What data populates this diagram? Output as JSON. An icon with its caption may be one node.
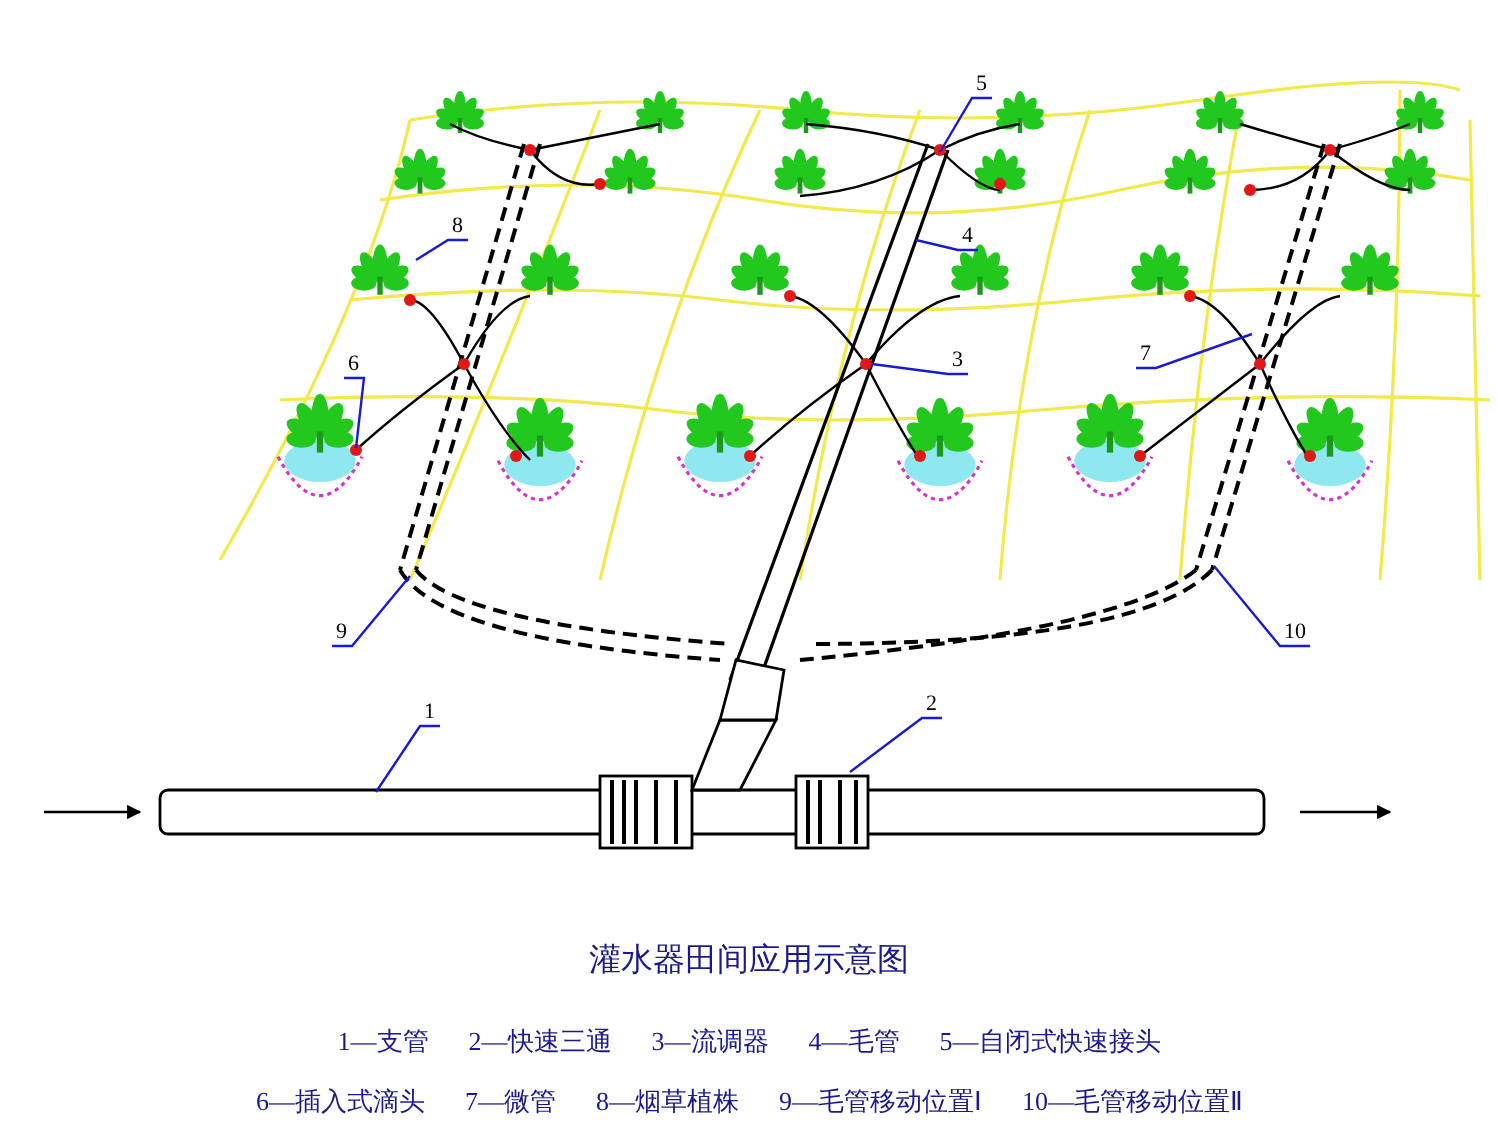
{
  "diagram": {
    "title": "灌水器田间应用示意图",
    "nodes": [
      {
        "text": [
          "1"
        ]
      },
      {
        "text": [
          "2"
        ]
      },
      {
        "text": [
          "3"
        ]
      },
      {
        "text": [
          "4"
        ]
      },
      {
        "text": [
          "5"
        ]
      },
      {
        "text": [
          "6"
        ]
      },
      {
        "text": [
          "7"
        ]
      },
      {
        "text": [
          "8"
        ]
      },
      {
        "text": [
          "9"
        ]
      },
      {
        "text": [
          "10"
        ]
      }
    ],
    "edges": [
      {
        "from": 0,
        "to": null,
        "arrow": "none"
      },
      {
        "from": 1,
        "to": null,
        "arrow": "none"
      },
      {
        "from": 2,
        "to": null,
        "arrow": "none"
      },
      {
        "from": 3,
        "to": null,
        "arrow": "none"
      },
      {
        "from": 4,
        "to": null,
        "arrow": "none"
      },
      {
        "from": 5,
        "to": null,
        "arrow": "none"
      },
      {
        "from": 6,
        "to": null,
        "arrow": "none"
      },
      {
        "from": 7,
        "to": null,
        "arrow": "none"
      },
      {
        "from": 8,
        "to": null,
        "arrow": "none"
      },
      {
        "from": 9,
        "to": null,
        "arrow": "none"
      }
    ],
    "labels": [
      "1—支管",
      "2—快速三通",
      "3—流调器",
      "4—毛管",
      "5—自闭式快速接头",
      "6—插入式滴头",
      "7—微管",
      "8—烟草植株",
      "9—毛管移动位置Ⅰ",
      "10—毛管移动位置Ⅱ"
    ]
  }
}
